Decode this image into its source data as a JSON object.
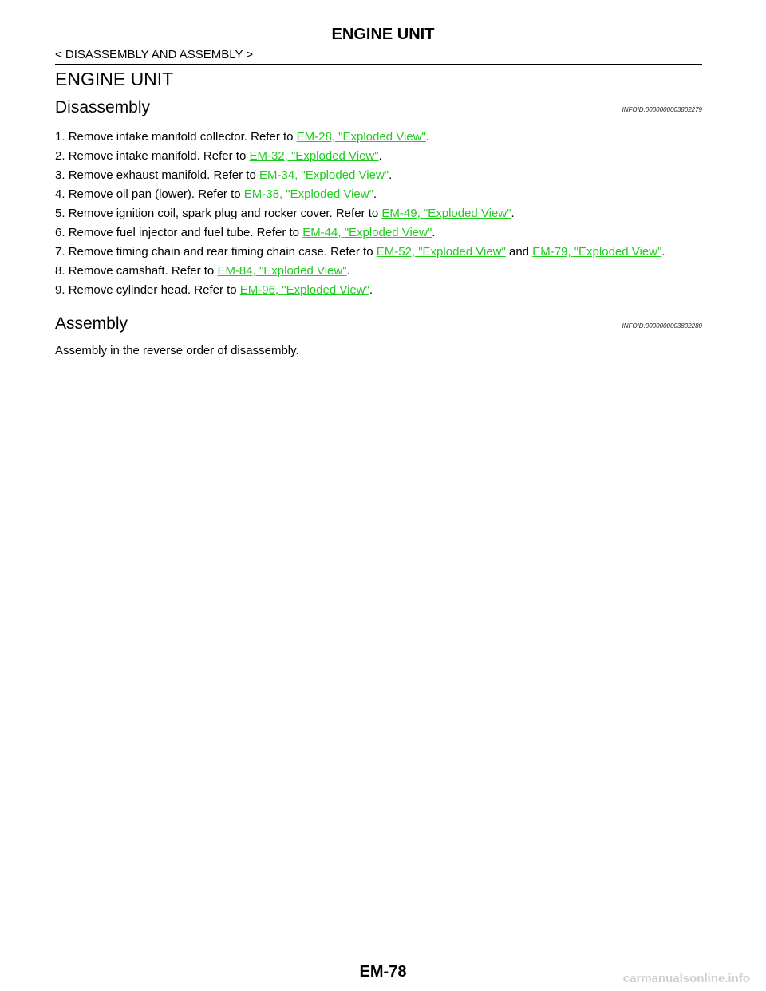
{
  "header": {
    "title": "ENGINE UNIT",
    "breadcrumb": "< DISASSEMBLY AND ASSEMBLY >"
  },
  "section": {
    "title": "ENGINE UNIT"
  },
  "disassembly": {
    "title": "Disassembly",
    "info_id": "INFOID:0000000003802279",
    "steps": [
      {
        "number": "1.",
        "text": "Remove intake manifold collector. Refer to ",
        "links": [
          "EM-28, \"Exploded View\""
        ],
        "end": "."
      },
      {
        "number": "2.",
        "text": "Remove intake manifold. Refer to ",
        "links": [
          "EM-32, \"Exploded View\""
        ],
        "end": "."
      },
      {
        "number": "3.",
        "text": "Remove exhaust manifold. Refer to ",
        "links": [
          "EM-34, \"Exploded View\""
        ],
        "end": "."
      },
      {
        "number": "4.",
        "text": "Remove oil pan (lower). Refer to ",
        "links": [
          "EM-38, \"Exploded View\""
        ],
        "end": "."
      },
      {
        "number": "5.",
        "text": "Remove ignition coil, spark plug and rocker cover. Refer to ",
        "links": [
          "EM-49, \"Exploded View\""
        ],
        "end": "."
      },
      {
        "number": "6.",
        "text": "Remove fuel injector and fuel tube. Refer to ",
        "links": [
          "EM-44, \"Exploded View\""
        ],
        "end": "."
      },
      {
        "number": "7.",
        "text": "Remove timing chain and rear timing chain case. Refer to ",
        "links": [
          "EM-52, \"Exploded View\"",
          "EM-79, \"Exploded View\""
        ],
        "joiner": " and ",
        "end": "."
      },
      {
        "number": "8.",
        "text": "Remove camshaft. Refer to ",
        "links": [
          "EM-84, \"Exploded View\""
        ],
        "end": "."
      },
      {
        "number": "9.",
        "text": "Remove cylinder head. Refer to ",
        "links": [
          "EM-96, \"Exploded View\""
        ],
        "end": "."
      }
    ]
  },
  "assembly": {
    "title": "Assembly",
    "info_id": "INFOID:0000000003802280",
    "text": "Assembly in the reverse order of disassembly."
  },
  "footer": {
    "page_number": "EM-78",
    "watermark": "carmanualsonline.info"
  },
  "colors": {
    "link": "#1ecb1e",
    "text": "#000000"
  }
}
